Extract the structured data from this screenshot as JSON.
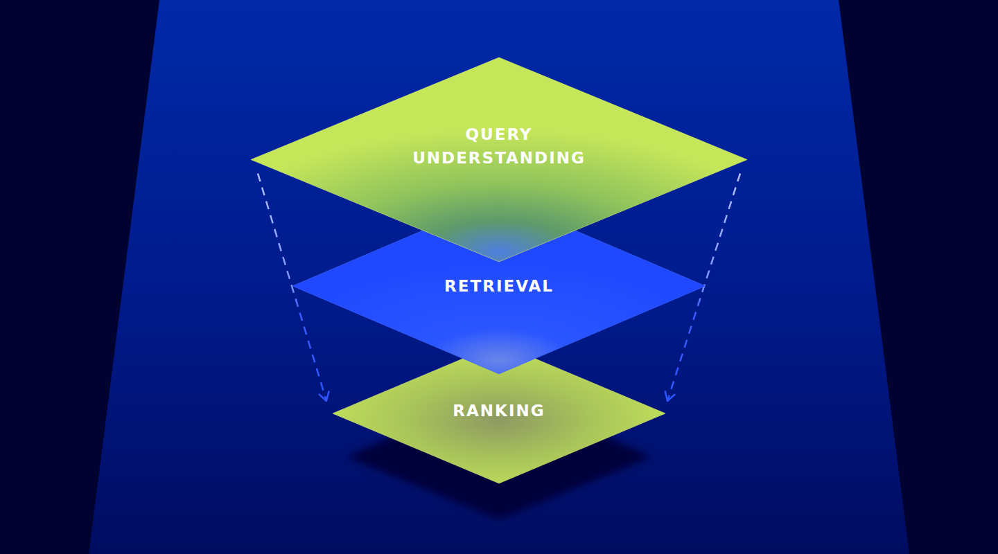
{
  "diagram": {
    "nodes": [
      {
        "text": [
          "QUERY UNDERSTANDING"
        ]
      },
      {
        "text": [
          "RETRIEVAL"
        ]
      },
      {
        "text": [
          "RANKING"
        ]
      }
    ],
    "edges": [
      {
        "from": 0,
        "to": 2,
        "arrow": "to"
      },
      {
        "from": 0,
        "to": 2,
        "arrow": "to"
      }
    ]
  }
}
